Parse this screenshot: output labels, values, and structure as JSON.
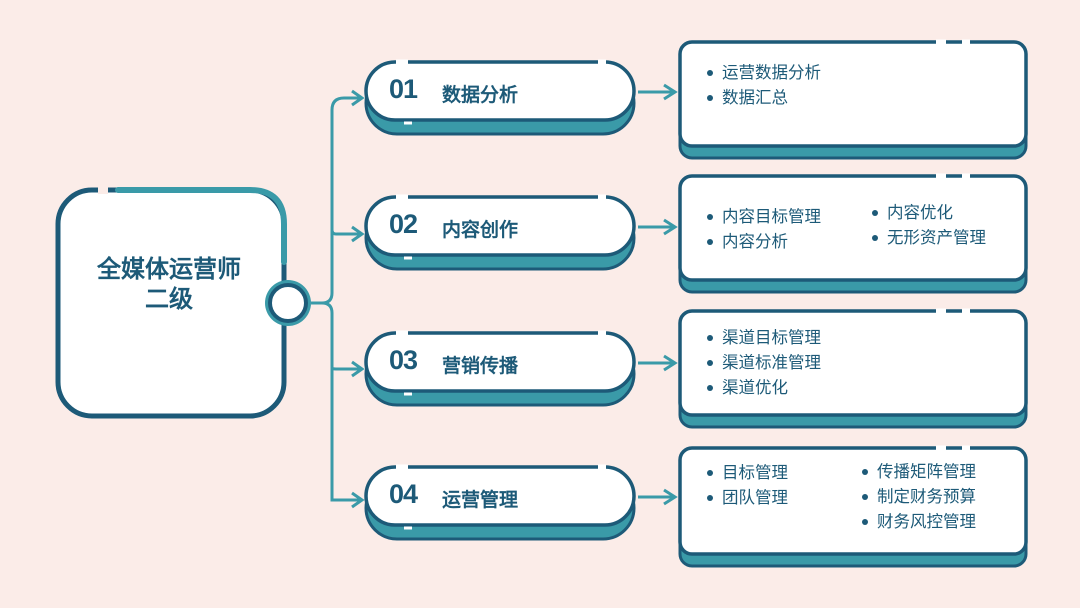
{
  "root": {
    "title_line1": "全媒体运营师",
    "title_line2": "二级"
  },
  "branches": [
    {
      "number": "01",
      "label": "数据分析",
      "items": [
        "运营数据分析",
        "数据汇总"
      ]
    },
    {
      "number": "02",
      "label": "内容创作",
      "items": [
        "内容目标管理",
        "内容分析",
        "内容优化",
        "无形资产管理"
      ]
    },
    {
      "number": "03",
      "label": "营销传播",
      "items": [
        "渠道目标管理",
        "渠道标准管理",
        "渠道优化"
      ]
    },
    {
      "number": "04",
      "label": "运营管理",
      "items": [
        "目标管理",
        "团队管理",
        "传播矩阵管理",
        "制定财务预算",
        "财务风控管理"
      ]
    }
  ],
  "colors": {
    "background": "#fbece8",
    "dark": "#1d5a78",
    "teal": "#3a9aa8",
    "card": "#ffffff"
  }
}
